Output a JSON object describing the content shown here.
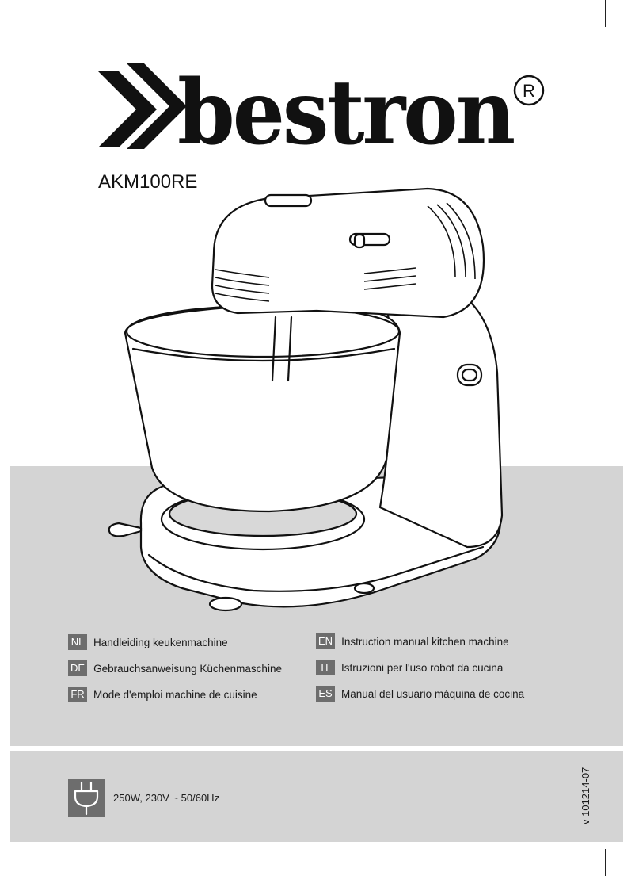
{
  "brand": {
    "name": "bestron",
    "registered_mark": "®"
  },
  "model": "AKM100RE",
  "languages": [
    {
      "code": "NL",
      "text": "Handleiding keukenmachine"
    },
    {
      "code": "DE",
      "text": "Gebrauchsanweisung Küchenmaschine"
    },
    {
      "code": "FR",
      "text": "Mode d'emploi machine de cuisine"
    },
    {
      "code": "EN",
      "text": "Instruction manual kitchen machine"
    },
    {
      "code": "IT",
      "text": "Istruzioni per l'uso robot da cucina"
    },
    {
      "code": "ES",
      "text": "Manual del usuario máquina de cocina"
    }
  ],
  "power_spec": "250W, 230V ~ 50/60Hz",
  "version": "v 101214-07",
  "icons": {
    "power": "plug-icon",
    "logo": "chevron-logo-icon",
    "product": "stand-mixer-illustration"
  },
  "colors": {
    "band": "#d4d4d4",
    "code_badge": "#6d6d6d",
    "ink": "#111111"
  }
}
